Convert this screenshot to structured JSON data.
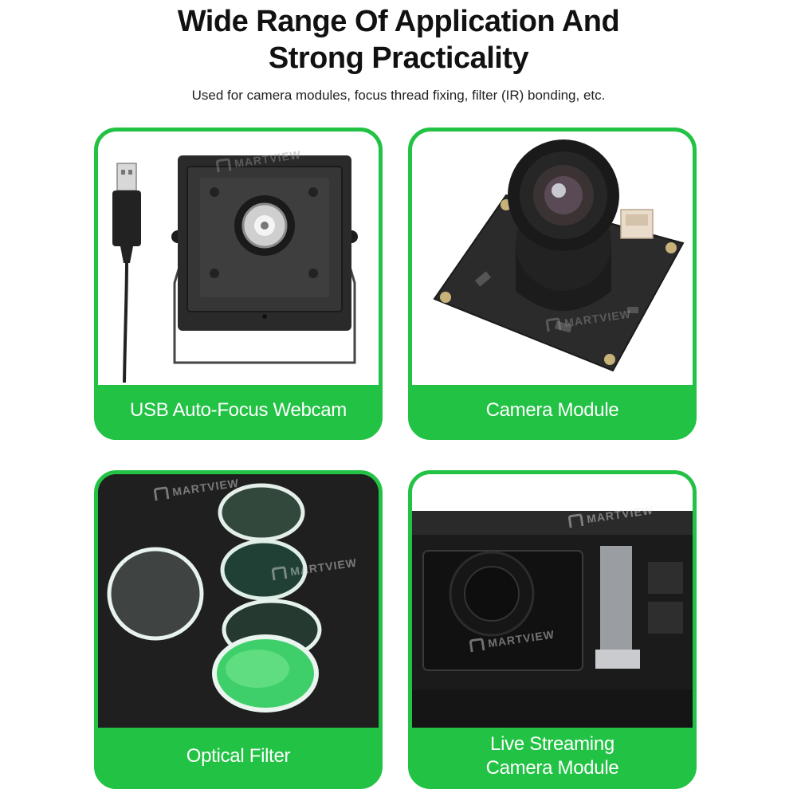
{
  "header": {
    "title_line1": "Wide Range Of Application And",
    "title_line2": "Strong Practicality",
    "subtitle": "Used for camera modules, focus thread fixing, filter (IR) bonding, etc."
  },
  "cards": [
    {
      "label": "USB Auto-Focus Webcam"
    },
    {
      "label": "Camera Module"
    },
    {
      "label": "Optical Filter"
    },
    {
      "label_line1": "Live Streaming",
      "label_line2": "Camera Module"
    }
  ],
  "watermark": {
    "text": "MARTVIEW"
  },
  "colors": {
    "accent_green": "#22c244",
    "title": "#111111"
  }
}
